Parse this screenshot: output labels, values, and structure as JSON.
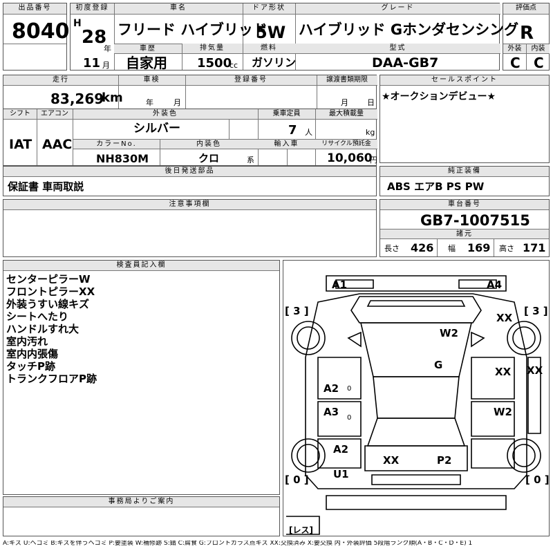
{
  "top": {
    "lot_label": "出品番号",
    "lot": "8040",
    "first_reg_label": "初度登録",
    "era": "H",
    "year": "28",
    "year_unit": "年",
    "month": "11",
    "month_unit": "月",
    "car_name_label": "車名",
    "car_name": "フリード ハイブリッド",
    "door_label": "ドア形状",
    "door": "5W",
    "grade_label": "グレード",
    "grade": "ハイブリッド Gホンダセンシング",
    "score_label": "評価点",
    "score": "R",
    "history_label": "車歴",
    "history": "自家用",
    "displacement_label": "排気量",
    "displacement": "1500",
    "displacement_unit": "cc",
    "fuel_label": "燃料",
    "fuel": "ガソリン",
    "model_label": "型式",
    "model": "DAA-GB7",
    "ext_label": "外装",
    "ext": "C",
    "int_label": "内装",
    "int": "C"
  },
  "row2": {
    "mileage_label": "走行",
    "mileage": "83,269",
    "mileage_unit": "km",
    "inspection_label": "車検",
    "insp_year": "年",
    "insp_month": "月",
    "regno_label": "登録番号",
    "transfer_label": "譲渡書類期限",
    "transfer_month": "月",
    "transfer_day": "日",
    "sales_label": "セールスポイント",
    "sales": "★オークションデビュー★"
  },
  "row3": {
    "shift_label": "シフト",
    "shift": "IAT",
    "ac_label": "エアコン",
    "ac": "AAC",
    "color_label": "外装色",
    "color": "シルバー",
    "capacity_label": "乗車定員",
    "capacity": "7",
    "capacity_unit": "人",
    "maxload_label": "最大積載量",
    "maxload_unit": "kg",
    "colorno_label": "カラーNo.",
    "colorno": "NH830M",
    "interior_label": "内装色",
    "interior": "クロ",
    "interior_unit": "系",
    "import_label": "輸入車",
    "recycle_label": "リサイクル預託金",
    "recycle": "10,060",
    "recycle_unit": "円"
  },
  "later_label": "後日発送部品",
  "later": "保証書 車両取説",
  "equip_label": "純正装備",
  "equip": "ABS エアB PS PW",
  "caution_label": "注意事項欄",
  "chassis_label": "車台番号",
  "chassis": "GB7-1007515",
  "specs_label": "諸元",
  "specs": {
    "len_label": "長さ",
    "len": "426",
    "wid_label": "幅",
    "wid": "169",
    "hgt_label": "高さ",
    "hgt": "171"
  },
  "inspector_label": "検査員記入欄",
  "inspector_notes": [
    "センターピラーW",
    "フロントピラーXX",
    "外装うすい線キズ",
    "シートへたり",
    "ハンドルすれ大",
    "室内汚れ",
    "室内内張傷",
    "タッチP跡",
    "トランクフロアP跡"
  ],
  "office_label": "事務局よりご案内",
  "legend": "A:キズ U:ヘコミ B:キズを伴うヘコミ P:要塗装 W:補修跡 S:錆 C:腐食 G:フロントガラス点キズ XX:交換済み X:要交換 内・外装評価 5段階ランク順(A・B・C・D・E) 1",
  "diagram_marks": {
    "a1": "A1",
    "a4": "A4",
    "w2_top": "W2",
    "g": "G",
    "xx_r1": "XX",
    "xx_r2": "XX",
    "xx_far": "XX",
    "w2_right": "W2",
    "a2": "A2",
    "a3": "A3",
    "a2b": "A2",
    "u1": "U1",
    "xx_rear": "XX",
    "p2": "P2",
    "zero1": "0",
    "zero2": "0",
    "bracket_tl": "[ 3 ]",
    "bracket_tr": "[ 3 ]",
    "bracket_bl": "[ 0 ]",
    "bracket_br": "[ 0 ]",
    "tire_note": "[レス]"
  }
}
